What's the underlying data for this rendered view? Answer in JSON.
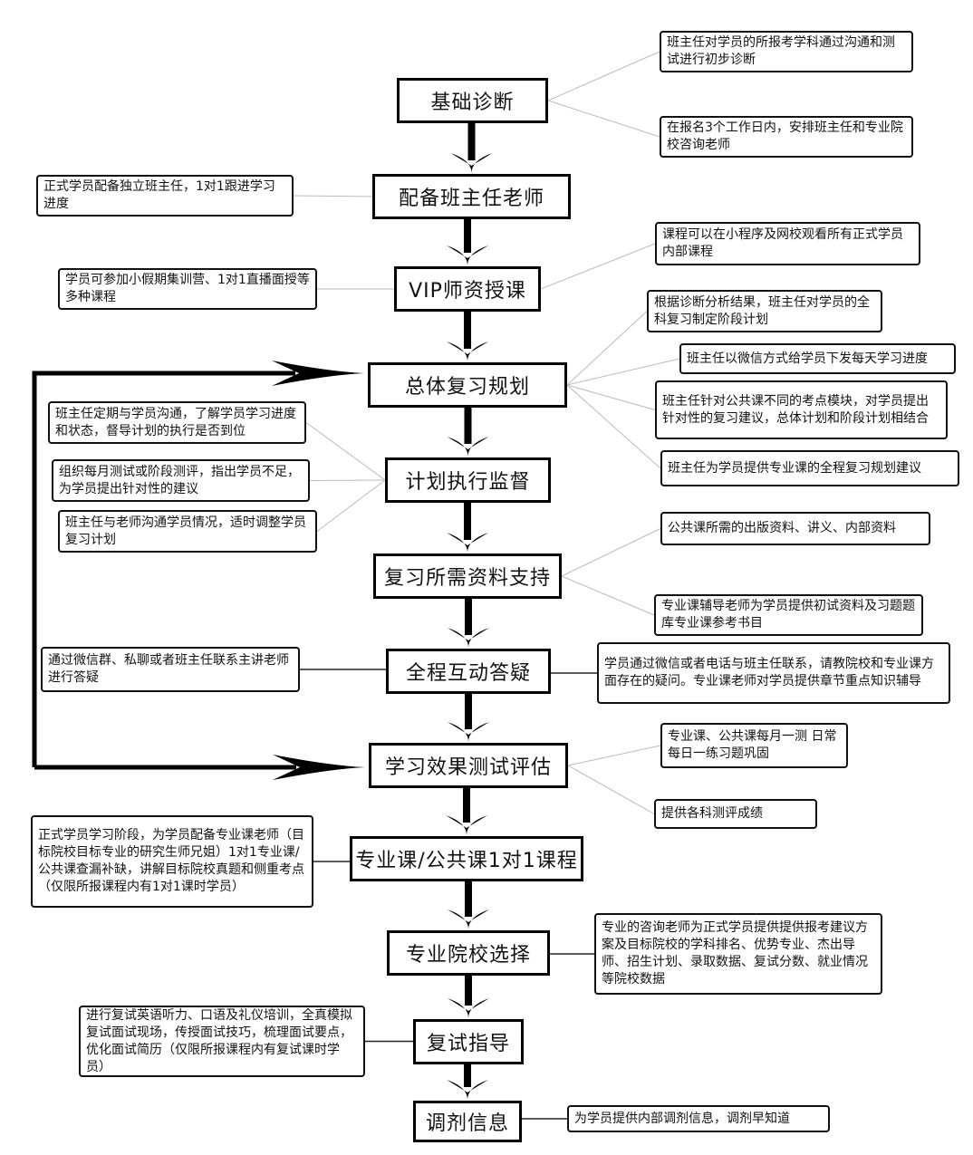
{
  "diagram": {
    "type": "flowchart",
    "steps": [
      {
        "id": "s1",
        "label": "基础诊断"
      },
      {
        "id": "s2",
        "label": "配备班主任老师"
      },
      {
        "id": "s3",
        "label": "VIP师资授课"
      },
      {
        "id": "s4",
        "label": "总体复习规划"
      },
      {
        "id": "s5",
        "label": "计划执行监督"
      },
      {
        "id": "s6",
        "label": "复习所需资料支持"
      },
      {
        "id": "s7",
        "label": "全程互动答疑"
      },
      {
        "id": "s8",
        "label": "学习效果测试评估"
      },
      {
        "id": "s9",
        "label": "专业课/公共课1对1课程"
      },
      {
        "id": "s10",
        "label": "专业院校选择"
      },
      {
        "id": "s11",
        "label": "复试指导"
      },
      {
        "id": "s12",
        "label": "调剂信息"
      }
    ],
    "notes": [
      {
        "id": "n1",
        "step": "s1",
        "text": "班主任对学员的所报考学科通过沟通和测试进行初步诊断"
      },
      {
        "id": "n2",
        "step": "s1",
        "text": "在报名3个工作日内，安排班主任和专业院校咨询老师"
      },
      {
        "id": "n3",
        "step": "s2",
        "text": "正式学员配备独立班主任，1对1跟进学习进度"
      },
      {
        "id": "n4",
        "step": "s3",
        "text": "课程可以在小程序及网校观看所有正式学员内部课程"
      },
      {
        "id": "n5",
        "step": "s3",
        "text": "学员可参加小假期集训营、1对1直播面授等多种课程"
      },
      {
        "id": "n6",
        "step": "s4",
        "text": "根据诊断分析结果，班主任对学员的全科复习制定阶段计划"
      },
      {
        "id": "n7",
        "step": "s4",
        "text": "班主任以微信方式给学员下发每天学习进度"
      },
      {
        "id": "n8",
        "step": "s4",
        "text": "班主任针对公共课不同的考点模块，对学员提出针对性的复习建议，总体计划和阶段计划相结合"
      },
      {
        "id": "n9",
        "step": "s4",
        "text": "班主任为学员提供专业课的全程复习规划建议"
      },
      {
        "id": "n10",
        "step": "s5",
        "text": "班主任定期与学员沟通，了解学员学习进度和状态，督导计划的执行是否到位"
      },
      {
        "id": "n11",
        "step": "s5",
        "text": "组织每月测试或阶段测评，指出学员不足，为学员提出针对性的建议"
      },
      {
        "id": "n12",
        "step": "s5",
        "text": "班主任与老师沟通学员情况，适时调整学员复习计划"
      },
      {
        "id": "n13",
        "step": "s6",
        "text": "公共课所需的出版资料、讲义、内部资料"
      },
      {
        "id": "n14",
        "step": "s6",
        "text": "专业课辅导老师为学员提供初试资料及习题题库专业课参考书目"
      },
      {
        "id": "n15",
        "step": "s7",
        "text": "通过微信群、私聊或者班主任联系主讲老师进行答疑"
      },
      {
        "id": "n16",
        "step": "s7",
        "text": "学员通过微信或者电话与班主任联系，请教院校和专业课方面存在的疑问。专业课老师对学员提供章节重点知识辅导"
      },
      {
        "id": "n17",
        "step": "s8",
        "text": "专业课、公共课每月一测 日常每日一练习题巩固"
      },
      {
        "id": "n18",
        "step": "s8",
        "text": "提供各科测评成绩"
      },
      {
        "id": "n19",
        "step": "s9",
        "text": "正式学员学习阶段，为学员配备专业课老师（目标院校目标专业的研究生师兄姐）1对1专业课/公共课查漏补缺，讲解目标院校真题和侧重考点（仅限所报课程内有1对1课时学员）"
      },
      {
        "id": "n20",
        "step": "s10",
        "text": "专业的咨询老师为正式学员提供提供报考建议方案及目标院校的学科排名、优势专业、杰出导师、招生计划、录取数据、复试分数、就业情况等院校数据"
      },
      {
        "id": "n21",
        "step": "s11",
        "text": "进行复试英语听力、口语及礼仪培训，全真模拟复试面试现场，传授面试技巧，梳理面试要点，优化面试简历（仅限所报课程内有复试课时学员）"
      },
      {
        "id": "n22",
        "step": "s12",
        "text": "为学员提供内部调剂信息，调剂早知道"
      }
    ],
    "loop": {
      "from": "s8",
      "to": "s4",
      "description": "feedback loop arrow"
    },
    "colors": {
      "step_border": "#000000",
      "note_border": "#111111",
      "connector": "#bbbbbb",
      "connector_strong": "#222222",
      "background": "#ffffff"
    }
  }
}
